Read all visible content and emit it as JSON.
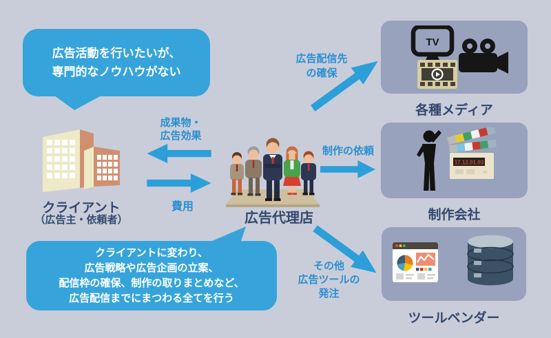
{
  "colors": {
    "background": "#c9cdd9",
    "bubble_blue": "#36a4db",
    "arrow_blue": "#2d9fd8",
    "flow_label_blue": "#2a8fd2",
    "entity_label_navy": "#33486e",
    "vendor_box_gray": "#98a2bc"
  },
  "bubbles": {
    "client_problem": {
      "lines": [
        "広告活動を行いたいが、",
        "専門的なノウハウがない"
      ]
    },
    "agency_role": {
      "lines": [
        "クライアントに変わり、",
        "広告戦略や広告企画の立案、",
        "配信枠の確保、制作の取りまとめなど、",
        "広告配信までにまつわる全てを行う"
      ]
    }
  },
  "entities": {
    "client": {
      "label": "クライアント",
      "sublabel": "（広告主・依頼者）",
      "icon": "office-buildings-icon"
    },
    "agency": {
      "label": "広告代理店",
      "icon": "business-team-icon"
    },
    "media": {
      "label": "各種メディア",
      "icons": [
        "tv-icon",
        "film-strip-icon",
        "camcorder-icon"
      ]
    },
    "production": {
      "label": "制作会社",
      "icons": [
        "director-silhouette-icon",
        "clapperboard-icon"
      ]
    },
    "tool_vendor": {
      "label": "ツールベンダー",
      "icons": [
        "analytics-dashboard-icon",
        "database-icon"
      ]
    }
  },
  "flows": {
    "deliverables": {
      "lines": [
        "成果物・",
        "広告効果"
      ],
      "direction": "left"
    },
    "cost": {
      "label": "費用",
      "direction": "right"
    },
    "media_booking": {
      "lines": [
        "広告配信先",
        "の確保"
      ],
      "direction": "up-right"
    },
    "production_request": {
      "label": "制作の依頼",
      "direction": "right"
    },
    "tool_order": {
      "lines": [
        "その他",
        "広告ツールの",
        "発注"
      ],
      "direction": "down-right"
    }
  },
  "icon_text": {
    "tv": "TV",
    "clapper_date": "17.12.01.03"
  }
}
